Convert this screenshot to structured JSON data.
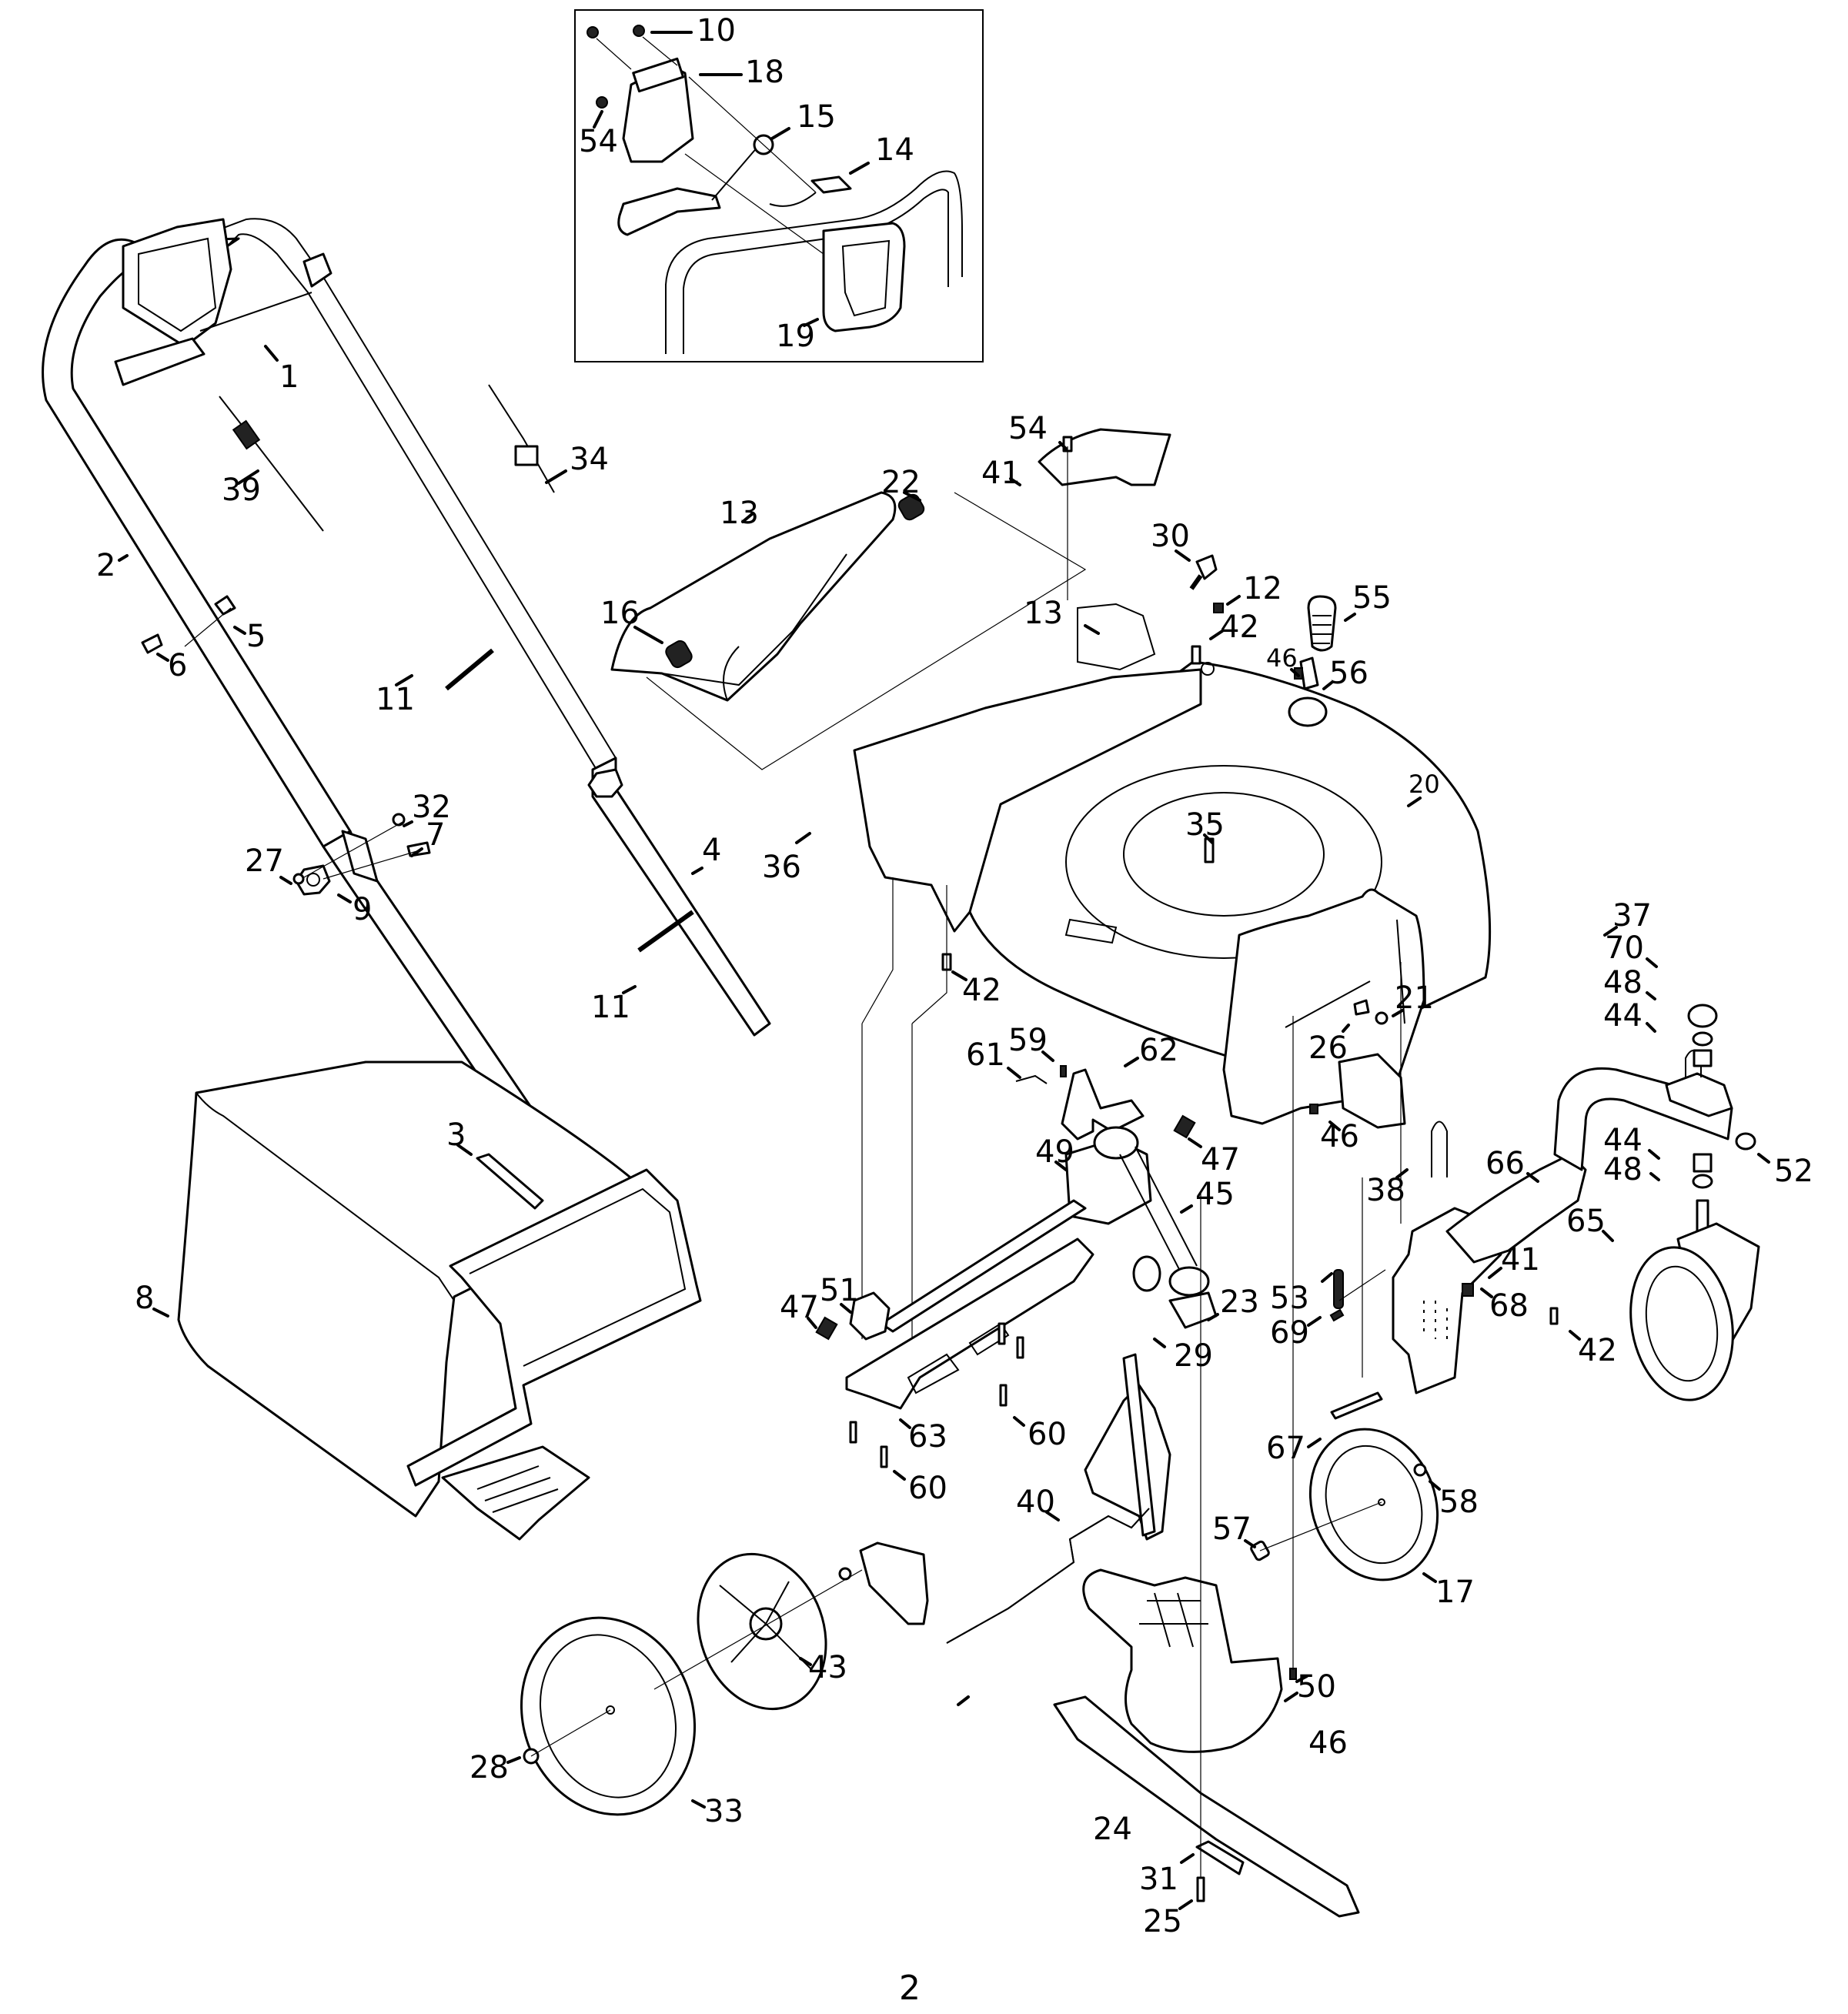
{
  "diagram": {
    "title": "Lawn mower exploded parts diagram",
    "page_number": "2",
    "colors": {
      "line": "#000000",
      "background": "#ffffff"
    }
  },
  "inset": {
    "description": "Handle control detail",
    "labels": {
      "p10": "10",
      "p18": "18",
      "p54": "54",
      "p15": "15",
      "p14": "14",
      "p19": "19"
    }
  },
  "labels": {
    "p1": "1",
    "p2": "2",
    "p3": "3",
    "p4": "4",
    "p5": "5",
    "p6": "6",
    "p7": "7",
    "p8": "8",
    "p9": "9",
    "p11a": "11",
    "p11b": "11",
    "p12": "12",
    "p13a": "13",
    "p13b": "13",
    "p16": "16",
    "p17": "17",
    "p20": "20",
    "p21": "21",
    "p22": "22",
    "p23": "23",
    "p24": "24",
    "p25": "25",
    "p26": "26",
    "p27": "27",
    "p28": "28",
    "p29": "29",
    "p30": "30",
    "p31": "31",
    "p32": "32",
    "p33": "33",
    "p34": "34",
    "p35": "35",
    "p36": "36",
    "p37": "37",
    "p38": "38",
    "p39": "39",
    "p40": "40",
    "p41a": "41",
    "p41b": "41",
    "p42a": "42",
    "p42b": "42",
    "p42c": "42",
    "p43": "43",
    "p44a": "44",
    "p44b": "44",
    "p45": "45",
    "p46a": "46",
    "p46b": "46",
    "p46c": "46",
    "p47a": "47",
    "p47b": "47",
    "p48a": "48",
    "p48b": "48",
    "p49": "49",
    "p50": "50",
    "p51": "51",
    "p52": "52",
    "p53": "53",
    "p54": "54",
    "p55": "55",
    "p56": "56",
    "p57": "57",
    "p58": "58",
    "p59": "59",
    "p60a": "60",
    "p60b": "60",
    "p61": "61",
    "p62": "62",
    "p63": "63",
    "p65": "65",
    "p66": "66",
    "p67": "67",
    "p68": "68",
    "p69": "69",
    "p70": "70"
  }
}
